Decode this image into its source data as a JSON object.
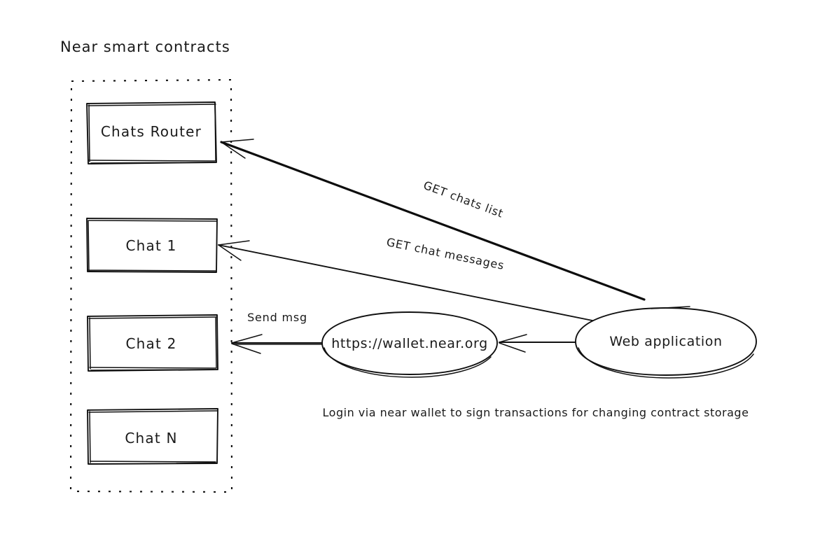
{
  "diagram": {
    "title": "Near smart contracts",
    "background_color": "#ffffff",
    "stroke_color": "#111111",
    "style": "hand-drawn sketch",
    "container": {
      "name": "near-smart-contracts-boundary",
      "label": "Near smart contracts",
      "border": "dashed"
    },
    "contract_nodes": [
      {
        "id": "chats-router",
        "label": "Chats Router",
        "shape": "rectangle"
      },
      {
        "id": "chat-1",
        "label": "Chat 1",
        "shape": "rectangle"
      },
      {
        "id": "chat-2",
        "label": "Chat 2",
        "shape": "rectangle"
      },
      {
        "id": "chat-n",
        "label": "Chat N",
        "shape": "rectangle"
      }
    ],
    "external_nodes": [
      {
        "id": "near-wallet",
        "label": "https://wallet.near.org",
        "shape": "ellipse"
      },
      {
        "id": "web-application",
        "label": "Web application",
        "shape": "ellipse"
      }
    ],
    "edges": [
      {
        "id": "get-chats-list",
        "label": "GET chats list",
        "from": "web-application",
        "to": "chats-router",
        "style": "thick"
      },
      {
        "id": "get-chat-messages",
        "label": "GET chat messages",
        "from": "web-application",
        "to": "chat-1",
        "style": "thin"
      },
      {
        "id": "send-msg",
        "label": "Send msg",
        "from": "near-wallet",
        "to": "chat-2",
        "style": "thin"
      },
      {
        "id": "wallet-login",
        "label": "",
        "from": "web-application",
        "to": "near-wallet",
        "style": "thin"
      }
    ],
    "caption": "Login via near wallet to sign transactions for changing contract storage"
  }
}
